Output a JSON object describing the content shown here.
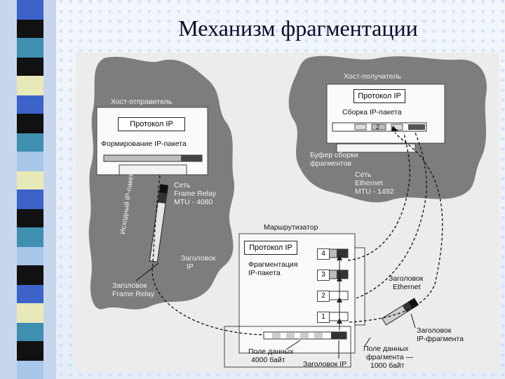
{
  "slide": {
    "title": "Механизм фрагментации"
  },
  "diagram": {
    "sender": {
      "host_label": "Хост-отправитель",
      "protocol_label": "Протокол IP",
      "packet_forming_label": "Формирование IP-пакета"
    },
    "receiver": {
      "host_label": "Хост-получатель",
      "protocol_label": "Протокол IP",
      "assembly_label": "Сборка IP-пакета",
      "buffer_label_line1": "Буфер сборки",
      "buffer_label_line2": "фрагментов",
      "buffer_slot_number": "2"
    },
    "frame_relay_network": {
      "line1": "Сеть",
      "line2": "Frame Relay",
      "line3": "MTU - 4080"
    },
    "ethernet_network": {
      "line1": "Сеть",
      "line2": "Ethernet",
      "line3": "MTU - 1492"
    },
    "original_packet_label": "Исходный IP-пакет",
    "ip_header_label_line1": "Заголовок",
    "ip_header_label_line2": "IP",
    "fr_header_label_line1": "Заголовок",
    "fr_header_label_line2": "Frame Relay",
    "router": {
      "label": "Маршрутизатор",
      "protocol_label": "Протокол IP",
      "fragmentation_line1": "Фрагментация",
      "fragmentation_line2": "IP-пакета",
      "fragments": [
        "4",
        "3",
        "2",
        "1"
      ]
    },
    "data_field_line1": "Поле данных",
    "data_field_line2": "4000 байт",
    "ip_header_bottom_label": "Заголовок IP",
    "fragment_data_line1": "Поле данных",
    "fragment_data_line2": "фрагмента —",
    "fragment_data_line3": "1000 байт",
    "ethernet_header_line1": "Заголовок",
    "ethernet_header_line2": "Ethernet",
    "ip_fragment_header_line1": "Заголовок",
    "ip_fragment_header_line2": "IP-фрагмента"
  },
  "colors": {
    "stripe_black": "#111111",
    "stripe_blue": "#3b63c9",
    "stripe_teal": "#3f8fb0",
    "stripe_cream": "#e9e8b8",
    "stripe_light": "#a8c6ea",
    "cloud": "#7d7d7d",
    "title": "#0b0b2a"
  }
}
